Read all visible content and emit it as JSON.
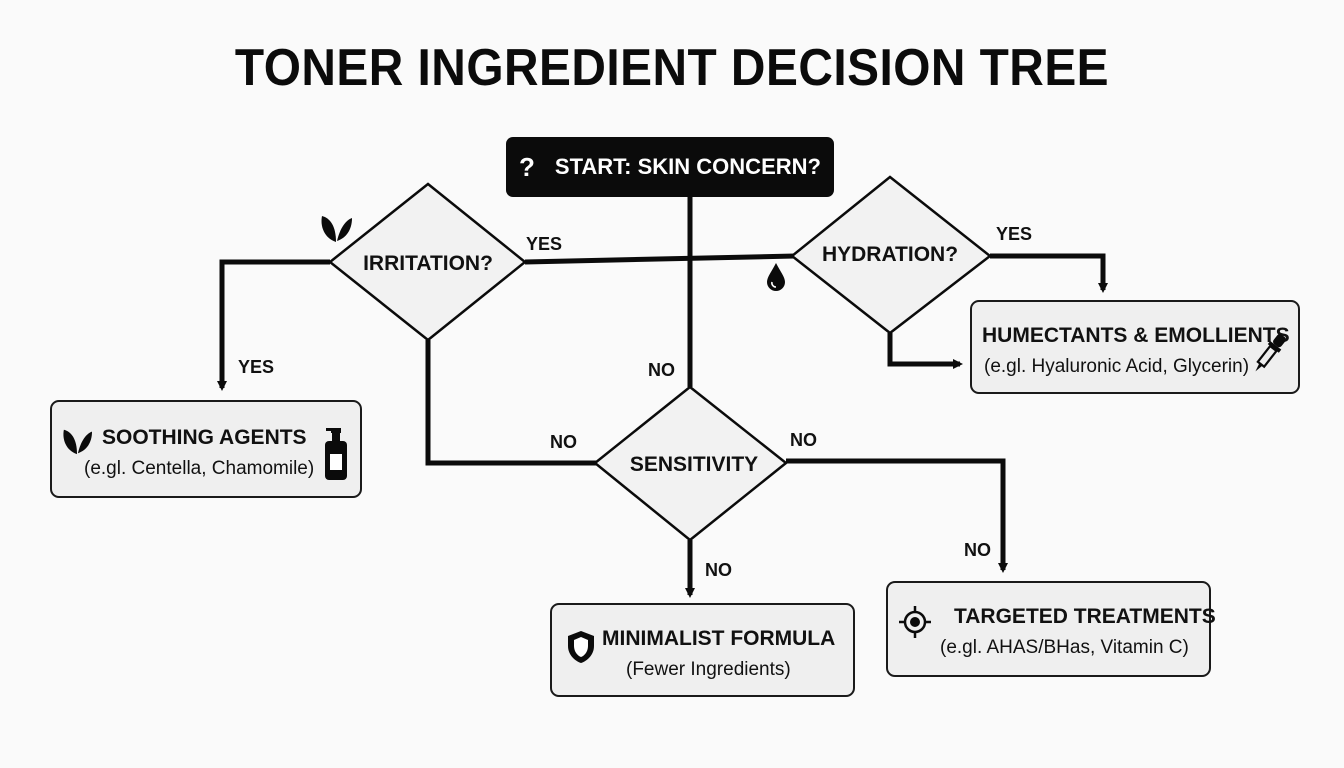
{
  "title": "TONER INGREDIENT DECISION TREE",
  "start": {
    "icon": "question-icon",
    "glyph": "?",
    "label": "START: SKIN CONCERN?"
  },
  "decisions": {
    "irritation": {
      "label": "IRRITATION?",
      "icon": "leaf-icon"
    },
    "hydration": {
      "label": "HYDRATION?",
      "icon": "water-drop-icon"
    },
    "sensitivity": {
      "label": "SENSITIVITY"
    }
  },
  "edge_labels": {
    "irritation_right_yes": "YES",
    "irritation_left_yes": "YES",
    "hydration_yes": "YES",
    "center_no": "NO",
    "sensitivity_left_no": "NO",
    "sensitivity_right_no": "NO",
    "sensitivity_down_no": "NO",
    "targeted_no": "NO"
  },
  "outcomes": {
    "soothing": {
      "title": "SOOTHING AGENTS",
      "subtitle": "(e.gl. Centella, Chamomile)",
      "icons": [
        "leaf-icon",
        "pump-bottle-icon"
      ]
    },
    "humectants": {
      "title": "HUMECTANTS & EMOLLIENTS",
      "subtitle": "(e.gl. Hyaluronic Acid, Glycerin)",
      "icons": [
        "dropper-icon"
      ]
    },
    "minimalist": {
      "title": "MINIMALIST FORMULA",
      "subtitle": "(Fewer Ingredients)",
      "icons": [
        "shield-icon"
      ]
    },
    "targeted": {
      "title": "TARGETED TREATMENTS",
      "subtitle": "(e.gl. AHAS/BHas, Vitamin C)",
      "icons": [
        "target-icon"
      ]
    }
  },
  "colors": {
    "ink": "#0b0b0b",
    "box_fill": "#efefef",
    "background": "#fafafa",
    "diamond_fill": "#f2f2f2"
  }
}
